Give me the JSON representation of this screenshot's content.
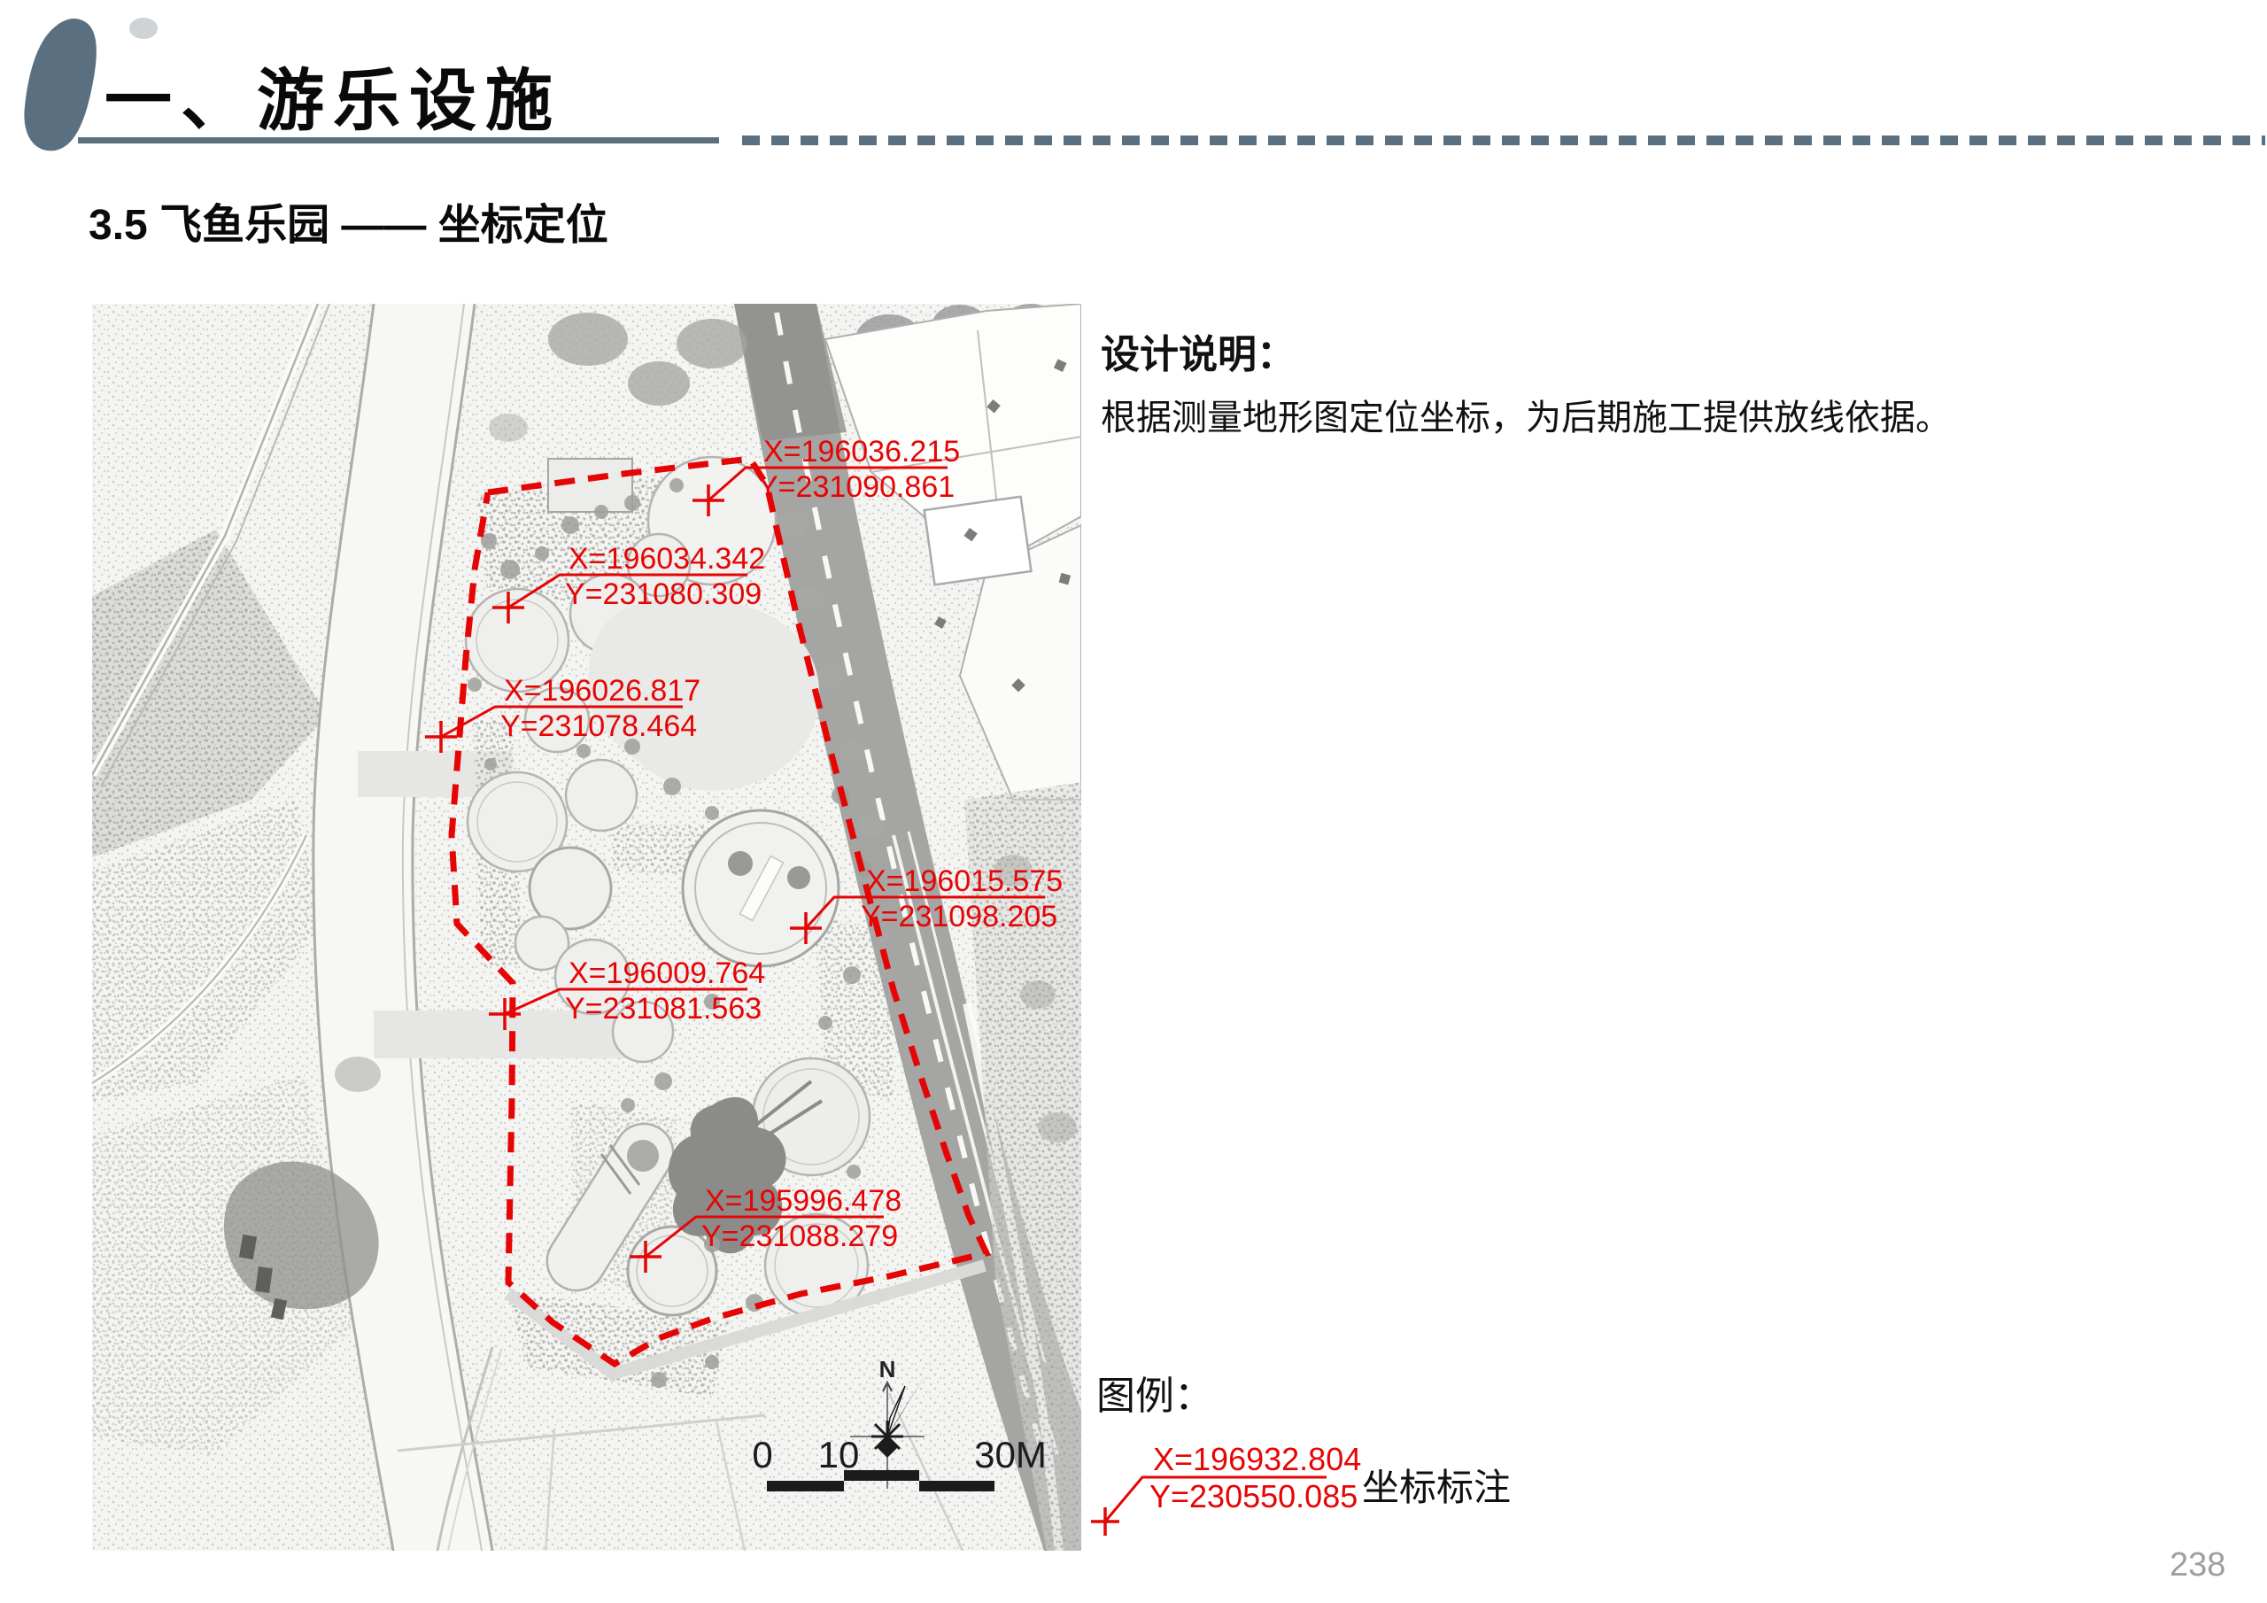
{
  "page_number": "238",
  "header": {
    "section_title": "一、游乐设施",
    "subtitle": "3.5 飞鱼乐园 —— 坐标定位",
    "accent_color": "#5a7080"
  },
  "design_notes": {
    "heading": "设计说明：",
    "body": "根据测量地形图定位坐标，为后期施工提供放线依据。"
  },
  "legend": {
    "heading": "图例：",
    "item_label": "坐标标注",
    "sample": {
      "x": "X=196932.804",
      "y": "Y=230550.085"
    }
  },
  "map": {
    "annotation_color": "#e60505",
    "coordinates": [
      {
        "x": "X=196036.215",
        "y": "Y=231090.861"
      },
      {
        "x": "X=196034.342",
        "y": "Y=231080.309"
      },
      {
        "x": "X=196026.817",
        "y": "Y=231078.464"
      },
      {
        "x": "X=196015.575",
        "y": "Y=231098.205"
      },
      {
        "x": "X=196009.764",
        "y": "Y=231081.563"
      },
      {
        "x": "X=195996.478",
        "y": "Y=231088.279"
      }
    ],
    "north_label": "N",
    "scale_bar": {
      "labels": [
        "0",
        "10",
        "30M"
      ]
    }
  }
}
